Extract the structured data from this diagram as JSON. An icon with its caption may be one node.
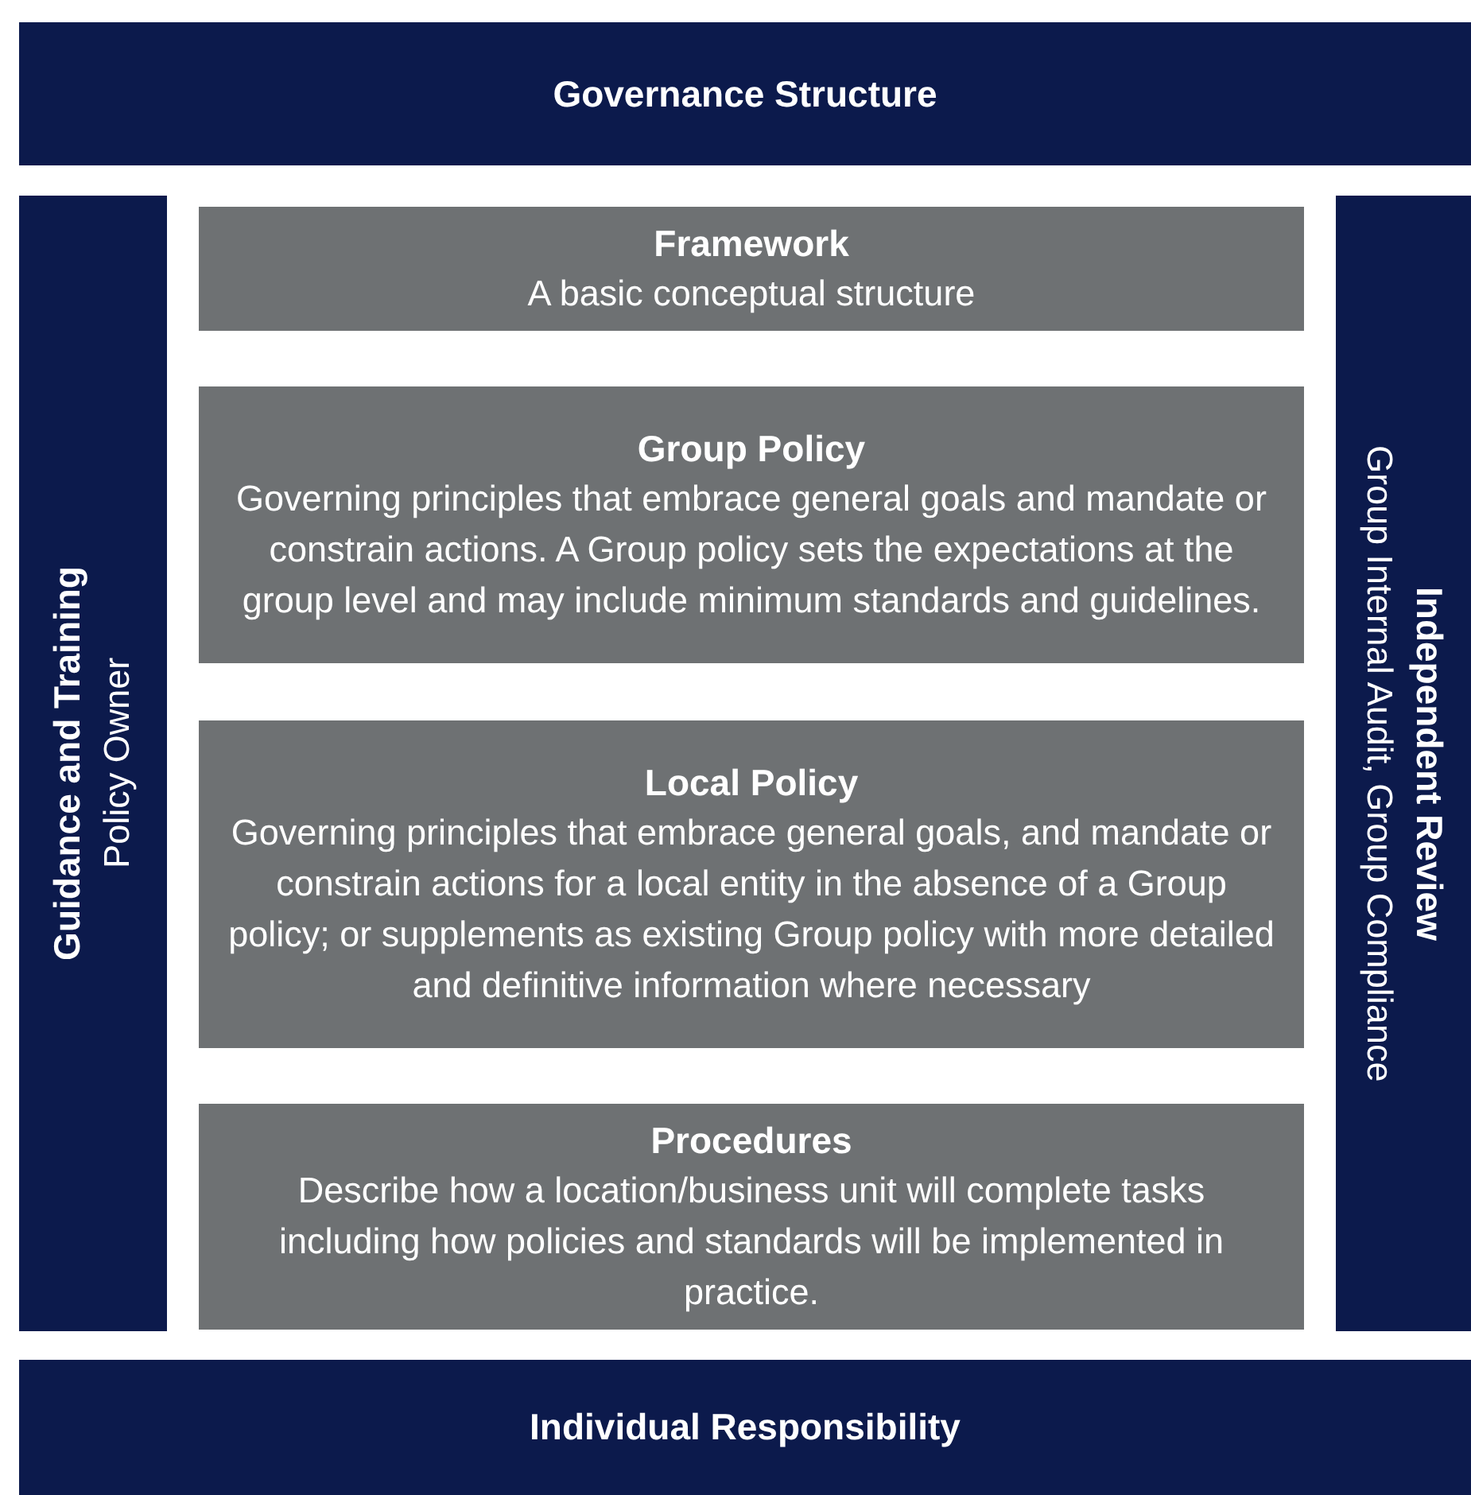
{
  "diagram": {
    "nodes": [
      {
        "text": [
          "Governance Structure"
        ]
      },
      {
        "text": [
          "Guidance and Training",
          "Policy Owner"
        ]
      },
      {
        "text": [
          "Framework",
          "A basic conceptual structure"
        ]
      },
      {
        "text": [
          "Group Policy",
          "Governing principles that embrace general goals and mandate or constrain actions. A Group policy sets the expectations at the group level and may include minimum standards and guidelines."
        ]
      },
      {
        "text": [
          "Local Policy",
          "Governing principles that embrace general goals, and mandate or constrain actions for a local entity in the absence of a Group policy; or supplements as existing Group policy with more detailed and definitive information where necessary"
        ]
      },
      {
        "text": [
          "Procedures",
          "Describe how a location/business unit will complete tasks including how policies and standards will be implemented in practice."
        ]
      },
      {
        "text": [
          "Independent Review",
          "Group Internal Audit, Group Compliance"
        ]
      },
      {
        "text": [
          "Individual Responsibility"
        ]
      }
    ],
    "edges": []
  }
}
